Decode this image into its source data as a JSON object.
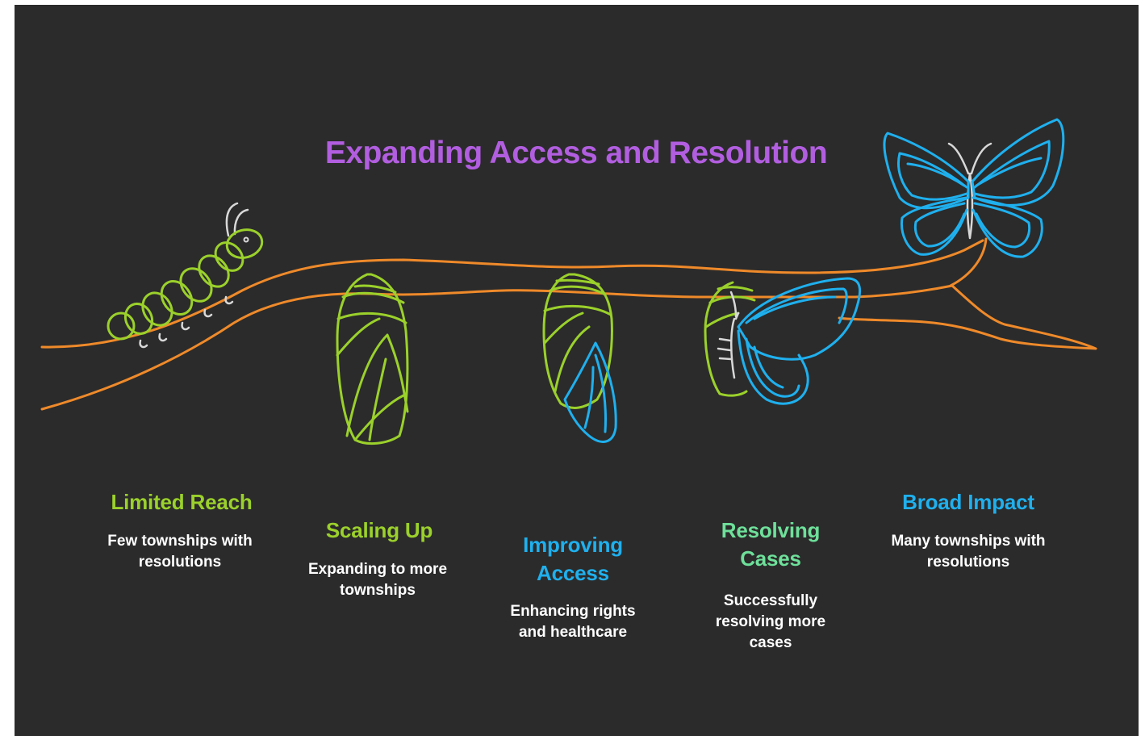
{
  "title": "Expanding Access and Resolution",
  "colors": {
    "background": "#2b2b2b",
    "title": "#b25ee0",
    "branch": "#ef8a2a",
    "green": "#9bd12b",
    "teal": "#6ee09a",
    "blue": "#1fb0ee",
    "description": "#ffffff",
    "antenna": "#d8d8d8"
  },
  "icons": [
    "caterpillar-icon",
    "chrysalis-icon",
    "chrysalis-emerging-icon",
    "butterfly-emerging-icon",
    "butterfly-icon",
    "branch-icon"
  ],
  "stages": [
    {
      "title": "Limited Reach",
      "description": "Few townships with resolutions",
      "color": "#9bd12b"
    },
    {
      "title": "Scaling Up",
      "description": "Expanding to more townships",
      "color": "#9bd12b"
    },
    {
      "title": "Improving Access",
      "description": "Enhancing rights and healthcare",
      "color": "#1fb0ee"
    },
    {
      "title": "Resolving Cases",
      "description": "Successfully resolving more cases",
      "color": "#6ee09a"
    },
    {
      "title": "Broad Impact",
      "description": "Many townships with resolutions",
      "color": "#1fb0ee"
    }
  ]
}
